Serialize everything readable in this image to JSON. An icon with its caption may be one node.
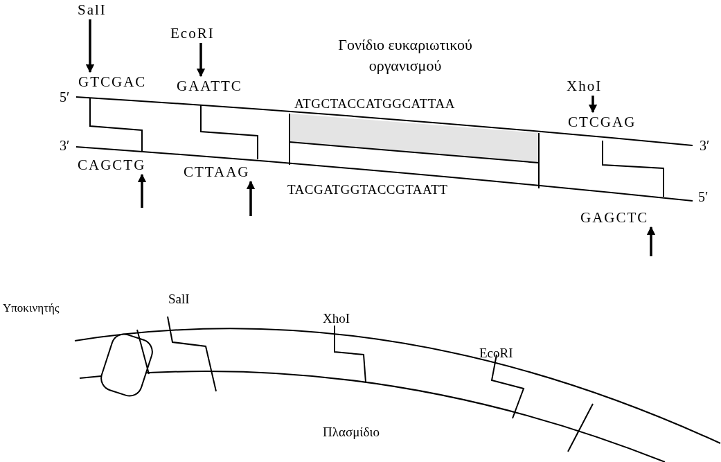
{
  "diagram": {
    "nodes": [
      {
        "text": [
          "SalI"
        ]
      },
      {
        "text": [
          "GTCGAC"
        ]
      },
      {
        "text": [
          "EcoRI"
        ]
      },
      {
        "text": [
          "GAATTC"
        ]
      },
      {
        "text": [
          "XhoI"
        ]
      },
      {
        "text": [
          "CTCGAG"
        ]
      },
      {
        "text": [
          "CAGCTG"
        ]
      },
      {
        "text": [
          "CTTAAG"
        ]
      },
      {
        "text": [
          "GAGCTC"
        ]
      }
    ],
    "edges": [
      {
        "from": 0,
        "to": 1,
        "arrow": "to"
      },
      {
        "from": 2,
        "to": 3,
        "arrow": "to"
      },
      {
        "from": 4,
        "to": 5,
        "arrow": "to"
      },
      {
        "from": null,
        "to": 6,
        "arrow": "to"
      },
      {
        "from": null,
        "to": 7,
        "arrow": "to"
      },
      {
        "from": null,
        "to": 8,
        "arrow": "to"
      }
    ],
    "labels": [
      "Γονίδιο ευκαριωτικού οργανισμού",
      "5′",
      "ATGCTACCATGGCATTAA",
      "3′",
      "3′",
      "TACGATGGTACCGTAATT",
      "5′",
      "Υποκινητής",
      "SalI",
      "XhoI",
      "EcoRI",
      "Πλασμίδιο"
    ]
  }
}
